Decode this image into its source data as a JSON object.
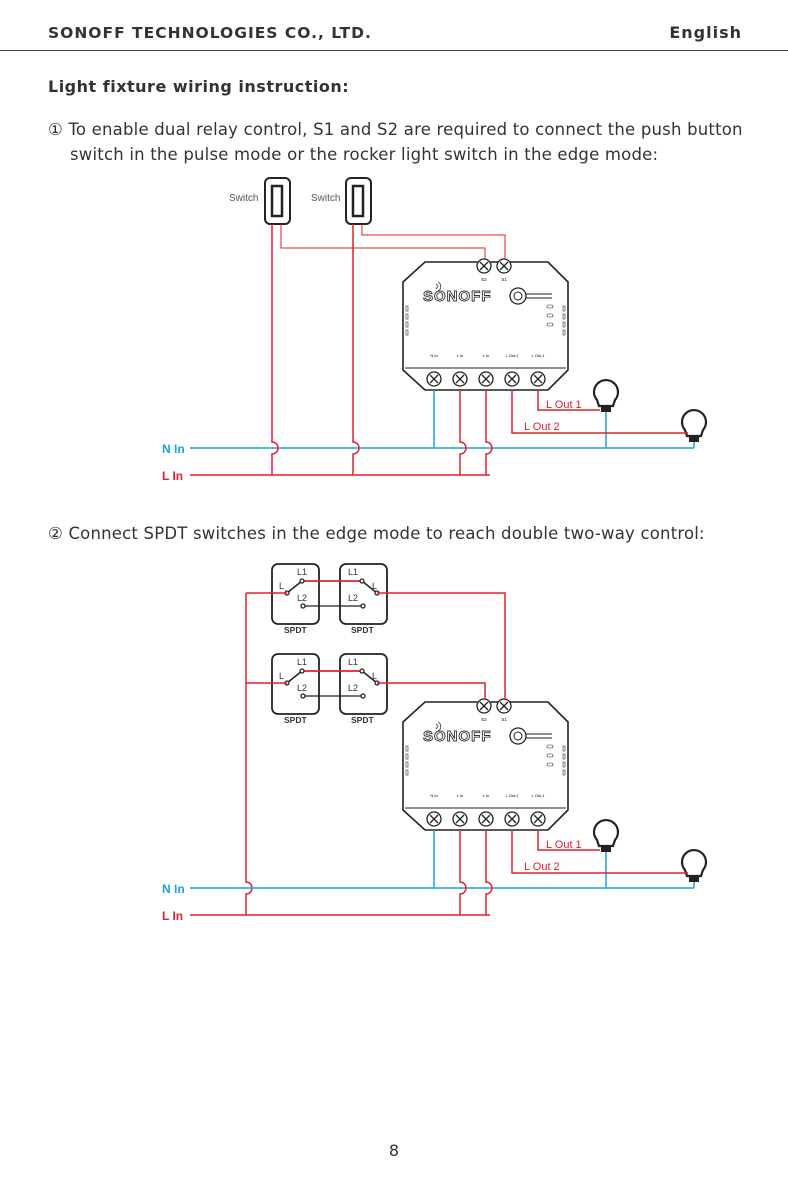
{
  "header": {
    "company": "SONOFF TECHNOLOGIES CO., LTD.",
    "language": "English"
  },
  "section": {
    "title": "Light fixture wiring instruction:"
  },
  "step1": {
    "num": "①",
    "line1": "To enable dual relay control, S1 and S2 are required to connect the push button",
    "line2": "switch in the pulse mode or the rocker light switch in the edge mode:"
  },
  "step2": {
    "num": "②",
    "text": "Connect SPDT switches in the edge mode to reach double two-way control:"
  },
  "diagram1": {
    "switch_label_1": "Switch",
    "switch_label_2": "Switch",
    "n_in": "N In",
    "l_in": "L In",
    "l_out_1": "L Out 1",
    "l_out_2": "L Out 2"
  },
  "diagram2": {
    "n_in": "N In",
    "l_in": "L In",
    "l_out_1": "L Out 1",
    "l_out_2": "L Out 2",
    "spdt": "SPDT",
    "l": "L",
    "l1": "L1",
    "l2": "L2"
  },
  "module": {
    "brand": "SONOFF",
    "s2": "S2",
    "s1": "S1",
    "terminals": [
      "N In",
      "L In",
      "L In",
      "L Out 2",
      "L Out 1"
    ]
  },
  "colors": {
    "live": "#e0202e",
    "neutral": "#1aa3d8",
    "control": "#333333"
  },
  "footer": {
    "page_number": "8"
  }
}
